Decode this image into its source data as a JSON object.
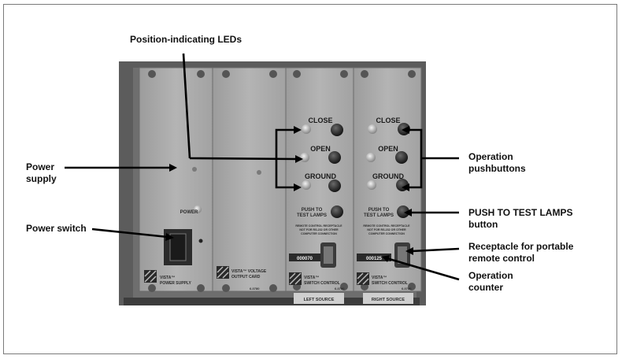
{
  "callouts": {
    "leds": "Position-indicating LEDs",
    "power_supply": [
      "Power",
      "supply"
    ],
    "power_switch": "Power switch",
    "pushbuttons": [
      "Operation",
      "pushbuttons"
    ],
    "test_lamps": [
      "PUSH TO TEST LAMPS",
      "button"
    ],
    "receptacle": [
      "Receptacle for portable",
      "remote control"
    ],
    "counter": [
      "Operation",
      "counter"
    ]
  },
  "panel": {
    "power_label": "POWER",
    "brand_card1": [
      "VISTA™",
      "POWER SUPPLY"
    ],
    "brand_card2": [
      "VISTA™ VOLTAGE",
      "OUTPUT CARD"
    ],
    "card2_model": "6-0780",
    "switch_card_left": {
      "close": "CLOSE",
      "open": "OPEN",
      "ground": "GROUND",
      "test_lamps": [
        "PUSH TO",
        "TEST LAMPS"
      ],
      "remote_note": [
        "REMOTE CONTROL RECEPTACLE",
        "NOT FOR RS-232 OR OTHER",
        "COMPUTER CONNECTION"
      ],
      "brand": [
        "VISTA™",
        "SWITCH CONTROL"
      ],
      "model": "6-0780",
      "counter": "000070"
    },
    "switch_card_right": {
      "close": "CLOSE",
      "open": "OPEN",
      "ground": "GROUND",
      "test_lamps": [
        "PUSH TO",
        "TEST LAMPS"
      ],
      "remote_note": [
        "REMOTE CONTROL RECEPTACLE",
        "NOT FOR RS-232 OR OTHER",
        "COMPUTER CONNECTION"
      ],
      "brand": [
        "VISTA™",
        "SWITCH CONTROL"
      ],
      "model": "6-0780",
      "counter": "000125"
    },
    "left_source": "LEFT SOURCE",
    "right_source": "RIGHT SOURCE"
  }
}
